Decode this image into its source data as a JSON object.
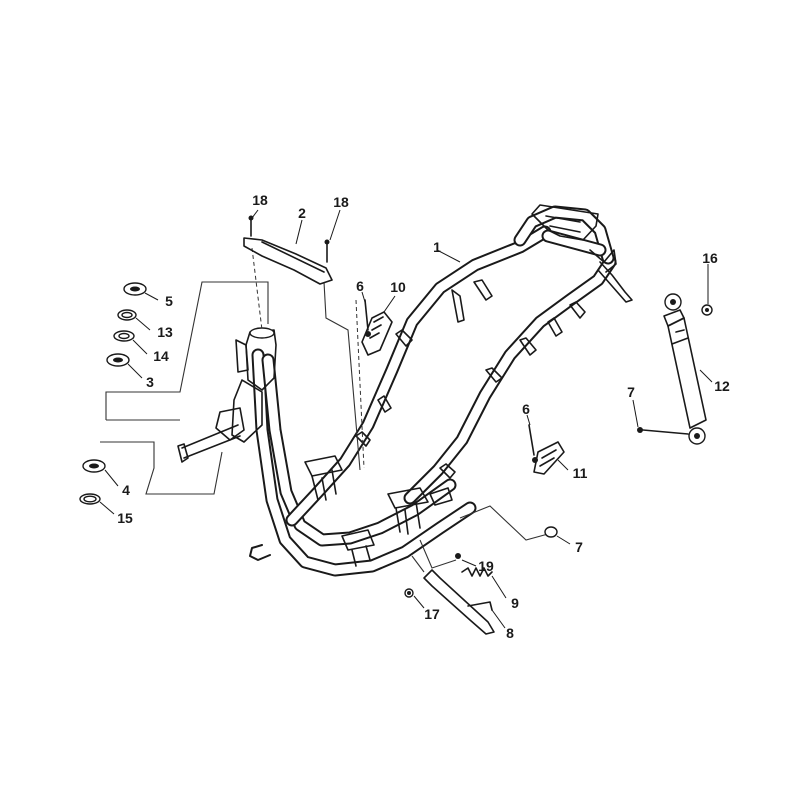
{
  "diagram": {
    "callouts": [
      {
        "id": "c1",
        "text": "1"
      },
      {
        "id": "c2",
        "text": "2"
      },
      {
        "id": "c3",
        "text": "3"
      },
      {
        "id": "c4",
        "text": "4"
      },
      {
        "id": "c5",
        "text": "5"
      },
      {
        "id": "c6a",
        "text": "6"
      },
      {
        "id": "c6b",
        "text": "6"
      },
      {
        "id": "c7a",
        "text": "7"
      },
      {
        "id": "c7b",
        "text": "7"
      },
      {
        "id": "c8",
        "text": "8"
      },
      {
        "id": "c9",
        "text": "9"
      },
      {
        "id": "c10",
        "text": "10"
      },
      {
        "id": "c11",
        "text": "11"
      },
      {
        "id": "c12",
        "text": "12"
      },
      {
        "id": "c13",
        "text": "13"
      },
      {
        "id": "c14",
        "text": "14"
      },
      {
        "id": "c15",
        "text": "15"
      },
      {
        "id": "c16",
        "text": "16"
      },
      {
        "id": "c17",
        "text": "17"
      },
      {
        "id": "c18a",
        "text": "18"
      },
      {
        "id": "c18b",
        "text": "18"
      },
      {
        "id": "c19",
        "text": "19"
      }
    ]
  }
}
